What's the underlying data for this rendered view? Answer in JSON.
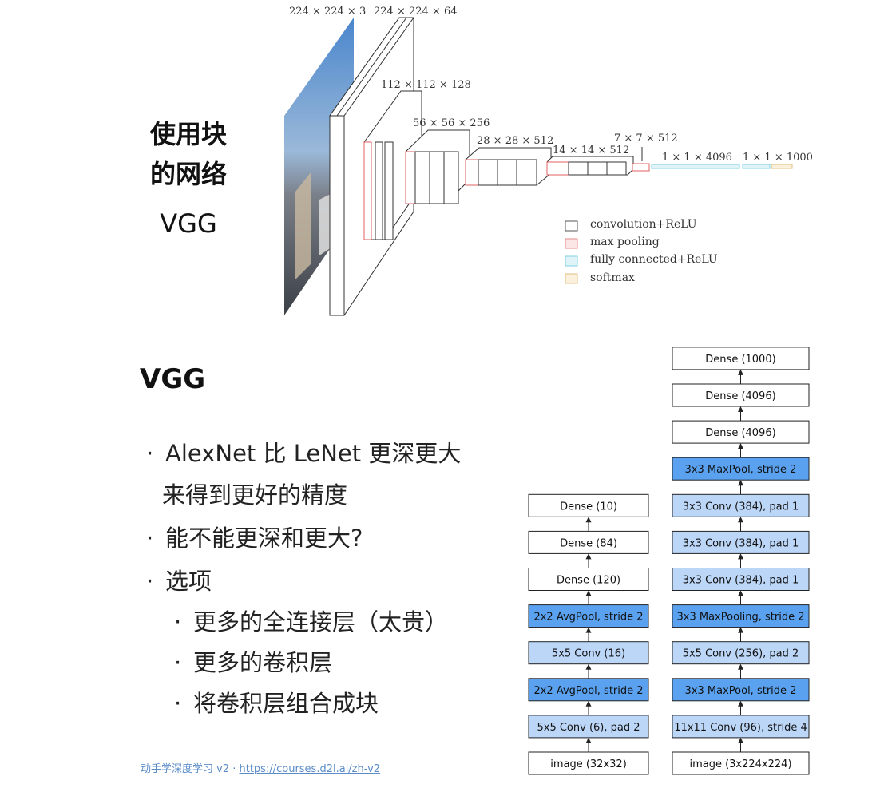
{
  "title_line1": "使用块",
  "title_line2": "的网络",
  "title_line3": "VGG",
  "heading": "VGG",
  "bullets": [
    {
      "line1": "AlexNet 比 LeNet 更深更大",
      "line2": "来得到更好的精度"
    },
    {
      "line1": "能不能更深和更大?"
    },
    {
      "line1": "选项"
    }
  ],
  "sub_bullets": [
    "更多的全连接层（太贵）",
    "更多的卷积层",
    "将卷积层组合成块"
  ],
  "footer": {
    "text": "动手学深度学习 v2 · ",
    "link": "https://courses.d2l.ai/zh-v2"
  },
  "vgg_figure": {
    "dims": [
      "224 × 224 × 3",
      "224 × 224 × 64",
      "112 × 112 × 128",
      "56 × 56 × 256",
      "28 × 28 × 512",
      "14 × 14 × 512",
      "7 × 7 × 512",
      "1 × 1 × 4096",
      "1 × 1 × 1000"
    ],
    "legend": [
      {
        "label": "convolution+ReLU",
        "color": "#555555"
      },
      {
        "label": "max pooling",
        "color": "#e58a8a"
      },
      {
        "label": "fully connected+ReLU",
        "color": "#7fd0e0"
      },
      {
        "label": "softmax",
        "color": "#e0c080"
      }
    ]
  },
  "lenet": [
    {
      "label": "image (32x32)",
      "style": "white"
    },
    {
      "label": "5x5 Conv (6), pad 2",
      "style": "light"
    },
    {
      "label": "2x2 AvgPool, stride 2",
      "style": "dark"
    },
    {
      "label": "5x5 Conv (16)",
      "style": "light"
    },
    {
      "label": "2x2 AvgPool, stride 2",
      "style": "dark"
    },
    {
      "label": "Dense (120)",
      "style": "white"
    },
    {
      "label": "Dense (84)",
      "style": "white"
    },
    {
      "label": "Dense (10)",
      "style": "white"
    }
  ],
  "alexnet": [
    {
      "label": "image (3x224x224)",
      "style": "white"
    },
    {
      "label": "11x11 Conv (96), stride 4",
      "style": "light"
    },
    {
      "label": "3x3 MaxPool, stride 2",
      "style": "dark"
    },
    {
      "label": "5x5 Conv (256), pad 2",
      "style": "light"
    },
    {
      "label": "3x3 MaxPooling, stride 2",
      "style": "dark"
    },
    {
      "label": "3x3 Conv (384), pad 1",
      "style": "light"
    },
    {
      "label": "3x3 Conv (384), pad 1",
      "style": "light"
    },
    {
      "label": "3x3 Conv (384), pad 1",
      "style": "light"
    },
    {
      "label": "3x3 MaxPool, stride 2",
      "style": "dark"
    },
    {
      "label": "Dense (4096)",
      "style": "white"
    },
    {
      "label": "Dense (4096)",
      "style": "white"
    },
    {
      "label": "Dense (1000)",
      "style": "white"
    }
  ],
  "colors": {
    "white": "#ffffff",
    "light": "#bcd6f7",
    "dark": "#5aa2f0"
  }
}
